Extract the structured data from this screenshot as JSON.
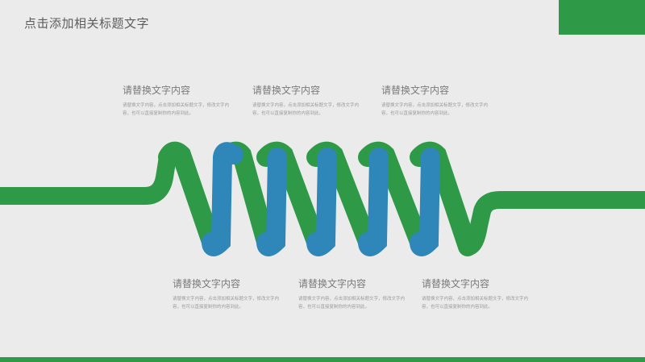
{
  "slide": {
    "title": "点击添加相关标题文字",
    "colors": {
      "green": "#2e9a48",
      "blue": "#2f86b8",
      "background": "#ebebeb"
    }
  },
  "text_blocks": [
    {
      "heading": "请替换文字内容",
      "body": "请替换文字内容，点击添加相关标题文字，修改文字内容，也可以直接复制你的内容到此。"
    },
    {
      "heading": "请替换文字内容",
      "body": "请替换文字内容，点击添加相关标题文字，修改文字内容，也可以直接复制你的内容到此。"
    },
    {
      "heading": "请替换文字内容",
      "body": "请替换文字内容，点击添加相关标题文字，修改文字内容，也可以直接复制你的内容到此。"
    },
    {
      "heading": "请替换文字内容",
      "body": "请替换文字内容，点击添加相关标题文字，修改文字内容，也可以直接复制你的内容到此。"
    },
    {
      "heading": "请替换文字内容",
      "body": "请替换文字内容，点击添加相关标题文字，修改文字内容，也可以直接复制你的内容到此。"
    },
    {
      "heading": "请替换文字内容",
      "body": "请替换文字内容，点击添加相关标题文字，修改文字内容，也可以直接复制你的内容到此。"
    }
  ]
}
